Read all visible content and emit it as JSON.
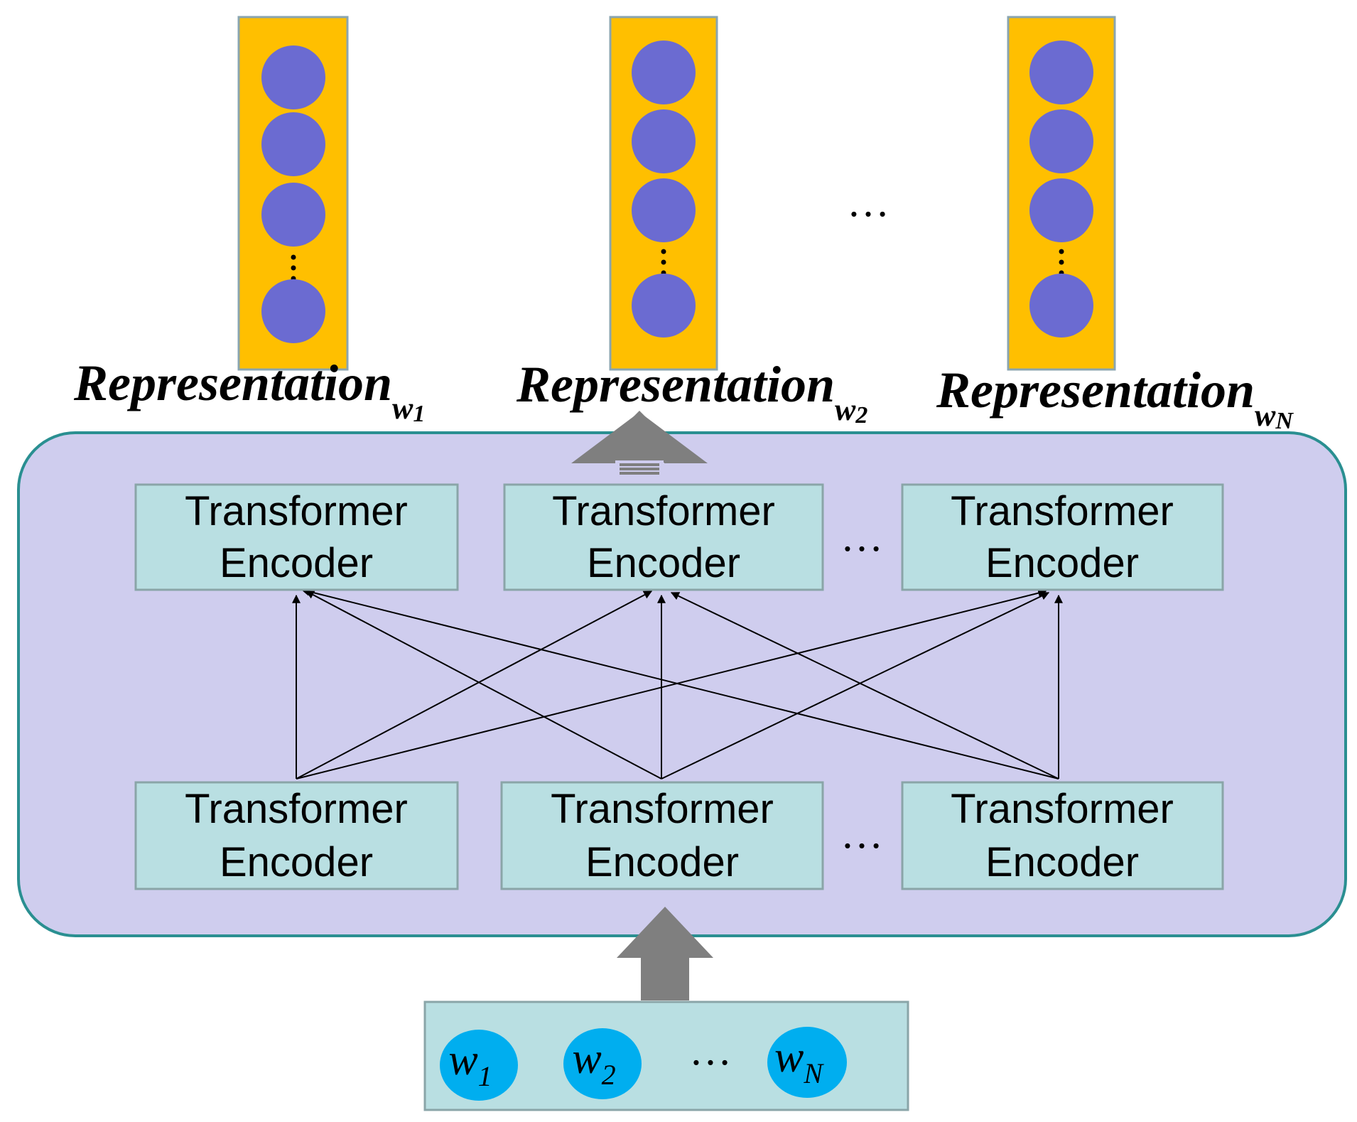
{
  "colors": {
    "vector_fill": "#ffbf00",
    "vector_border": "#8aa5b0",
    "neuron": "#6b6bd1",
    "encoder_container_fill": "#cfcdee",
    "encoder_container_border": "#2a8f91",
    "encoder_box_fill": "#b9dfe2",
    "encoder_box_border": "#8aa5a8",
    "input_box_fill": "#b9dfe2",
    "token_circle": "#00aeef",
    "flow_arrow": "#7f7f7f",
    "connection_line": "#000000"
  },
  "representations": [
    {
      "label": "Representation",
      "subscript_main": "w",
      "subscript_index": "1"
    },
    {
      "label": "Representation",
      "subscript_main": "w",
      "subscript_index": "2"
    },
    {
      "label": "Representation",
      "subscript_main": "w",
      "subscript_index": "N"
    }
  ],
  "representation_ellipsis": "…",
  "encoder_top_row": [
    {
      "line1": "Transformer",
      "line2": "Encoder"
    },
    {
      "line1": "Transformer",
      "line2": "Encoder"
    },
    {
      "line1": "Transformer",
      "line2": "Encoder"
    }
  ],
  "encoder_bottom_row": [
    {
      "line1": "Transformer",
      "line2": "Encoder"
    },
    {
      "line1": "Transformer",
      "line2": "Encoder"
    },
    {
      "line1": "Transformer",
      "line2": "Encoder"
    }
  ],
  "encoder_row_ellipsis": "…",
  "inputs": [
    {
      "main": "w",
      "index": "1"
    },
    {
      "main": "w",
      "index": "2"
    },
    {
      "main": "w",
      "index": "N"
    }
  ],
  "input_ellipsis": "…"
}
